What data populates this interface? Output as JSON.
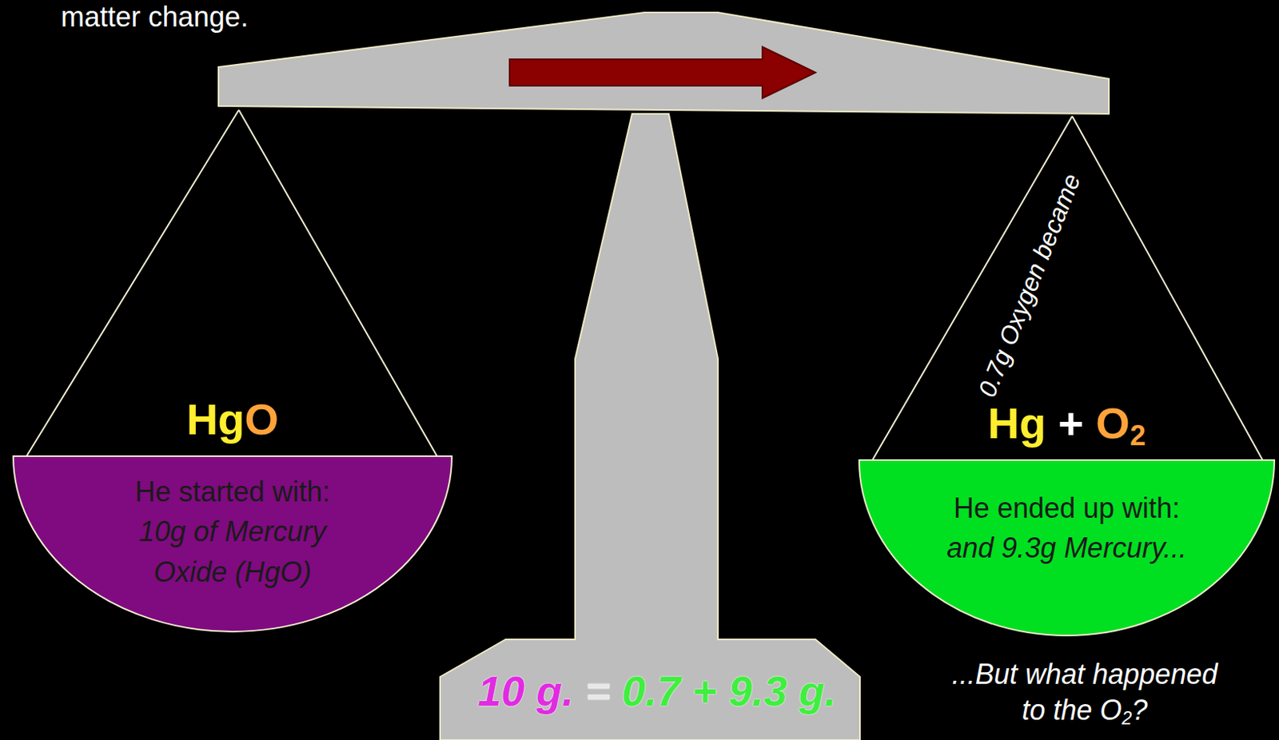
{
  "diagram": {
    "nodes": [
      {
        "text": [
          "HgO",
          "He started with:",
          "10g of Mercury Oxide (HgO)"
        ]
      },
      {
        "text": [
          "Hg + O2",
          "He ended up with:",
          "and 9.3g Mercury..."
        ]
      }
    ],
    "labels": [
      "matter change.",
      "0.7g Oxygen became",
      "10 g. = 0.7 + 9.3 g.",
      "...But what happened to the O2?"
    ]
  }
}
